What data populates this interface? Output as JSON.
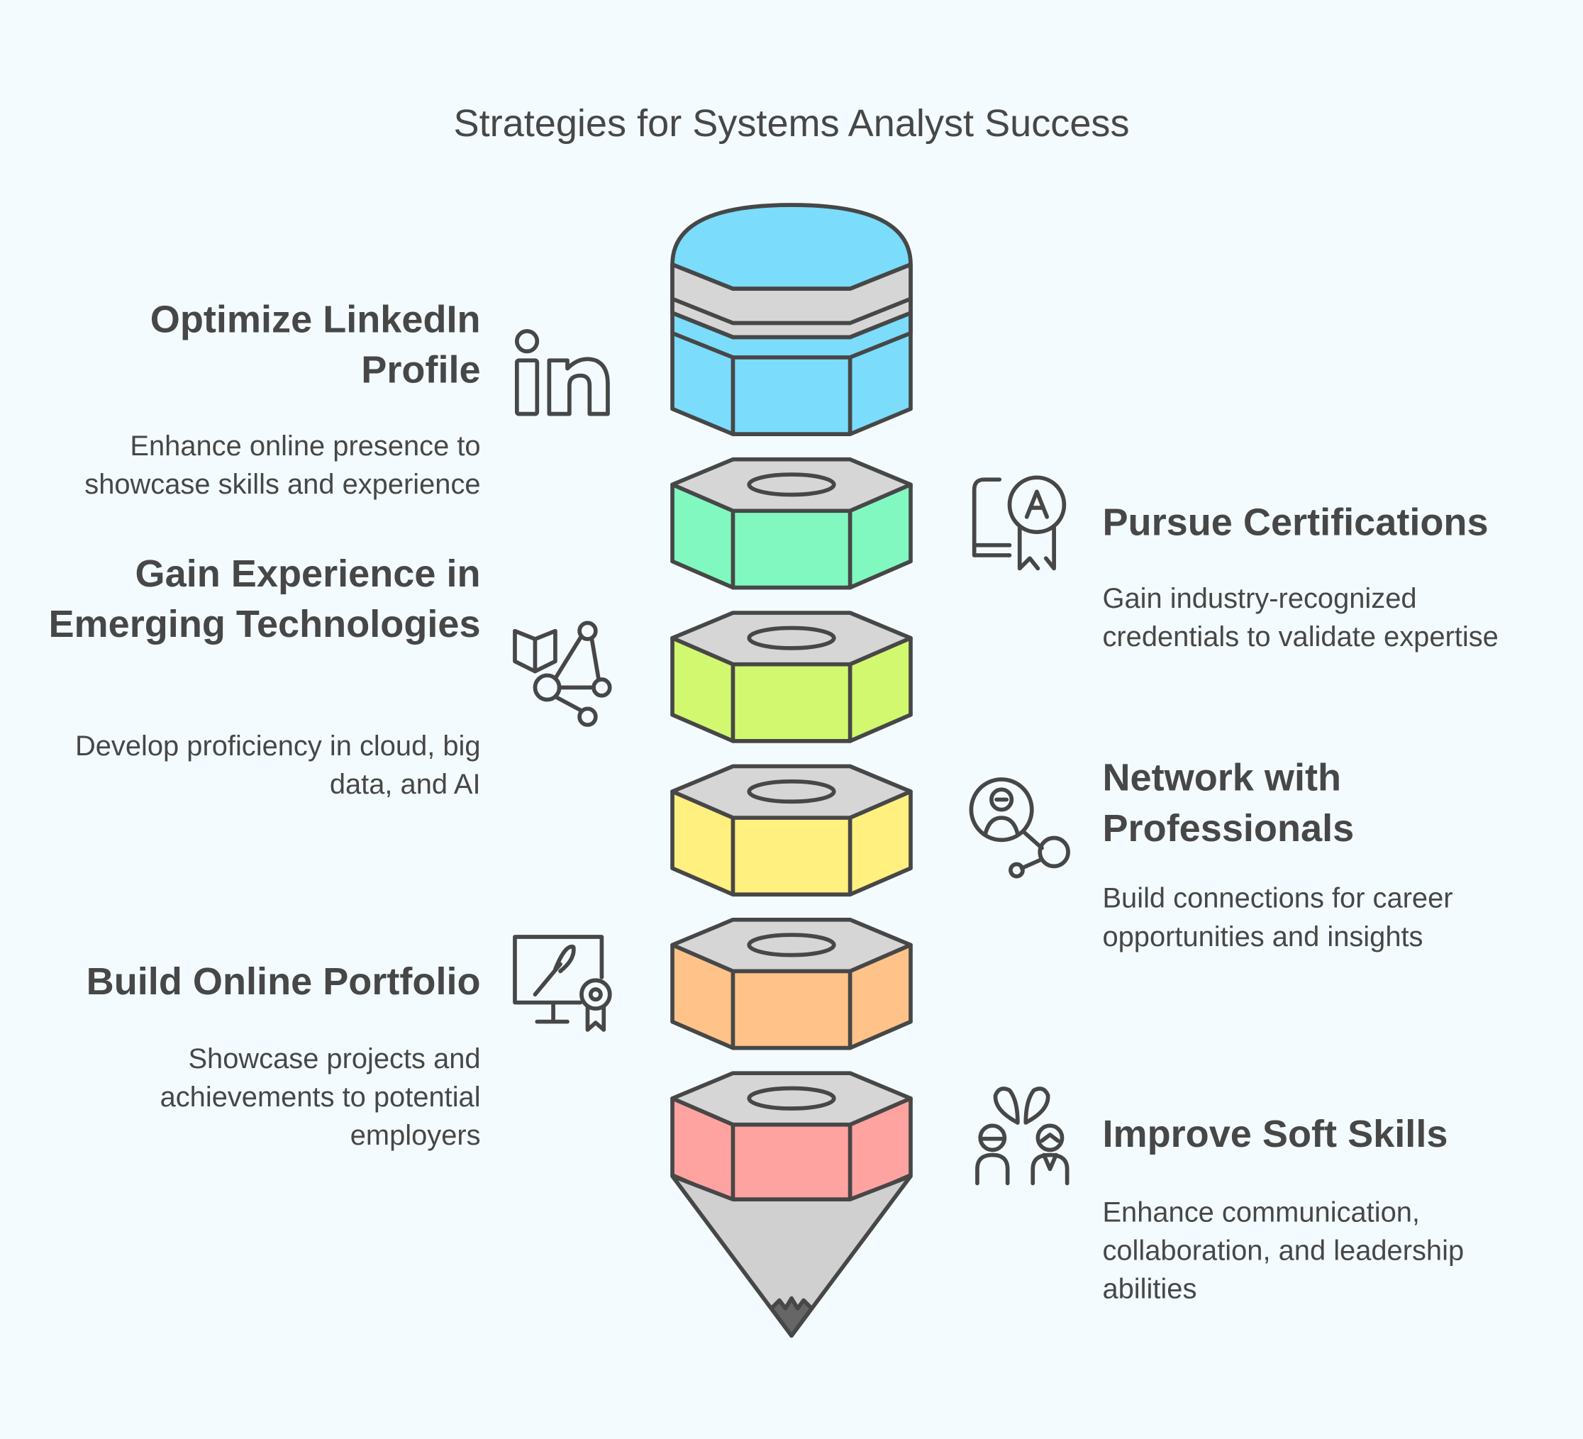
{
  "title": "Strategies for Systems Analyst Success",
  "colors": {
    "background": "#f3fbfe",
    "cap": "#7bdcfb",
    "green": "#80f8c0",
    "lime": "#d2f870",
    "yellow": "#fff07f",
    "orange": "#ffc38a",
    "red": "#ffa3a0",
    "gray": "#d6d6d6",
    "stroke": "#474747"
  },
  "left": [
    {
      "heading": "Optimize LinkedIn Profile",
      "description": "Enhance online presence to showcase skills and experience",
      "icon": "linkedin-icon"
    },
    {
      "heading": "Gain Experience in Emerging Technologies",
      "description": "Develop proficiency in cloud, big data, and AI",
      "icon": "book-network-icon"
    },
    {
      "heading": "Build Online Portfolio",
      "description": "Showcase projects and achievements to potential employers",
      "icon": "monitor-award-icon"
    }
  ],
  "right": [
    {
      "heading": "Pursue Certifications",
      "description": "Gain industry-recognized credentials to validate expertise",
      "icon": "certificate-icon"
    },
    {
      "heading": "Network with Professionals",
      "description": "Build connections for career opportunities and insights",
      "icon": "person-network-icon"
    },
    {
      "heading": "Improve Soft Skills",
      "description": "Enhance communication, collaboration, and leadership abilities",
      "icon": "people-idea-icon"
    }
  ]
}
